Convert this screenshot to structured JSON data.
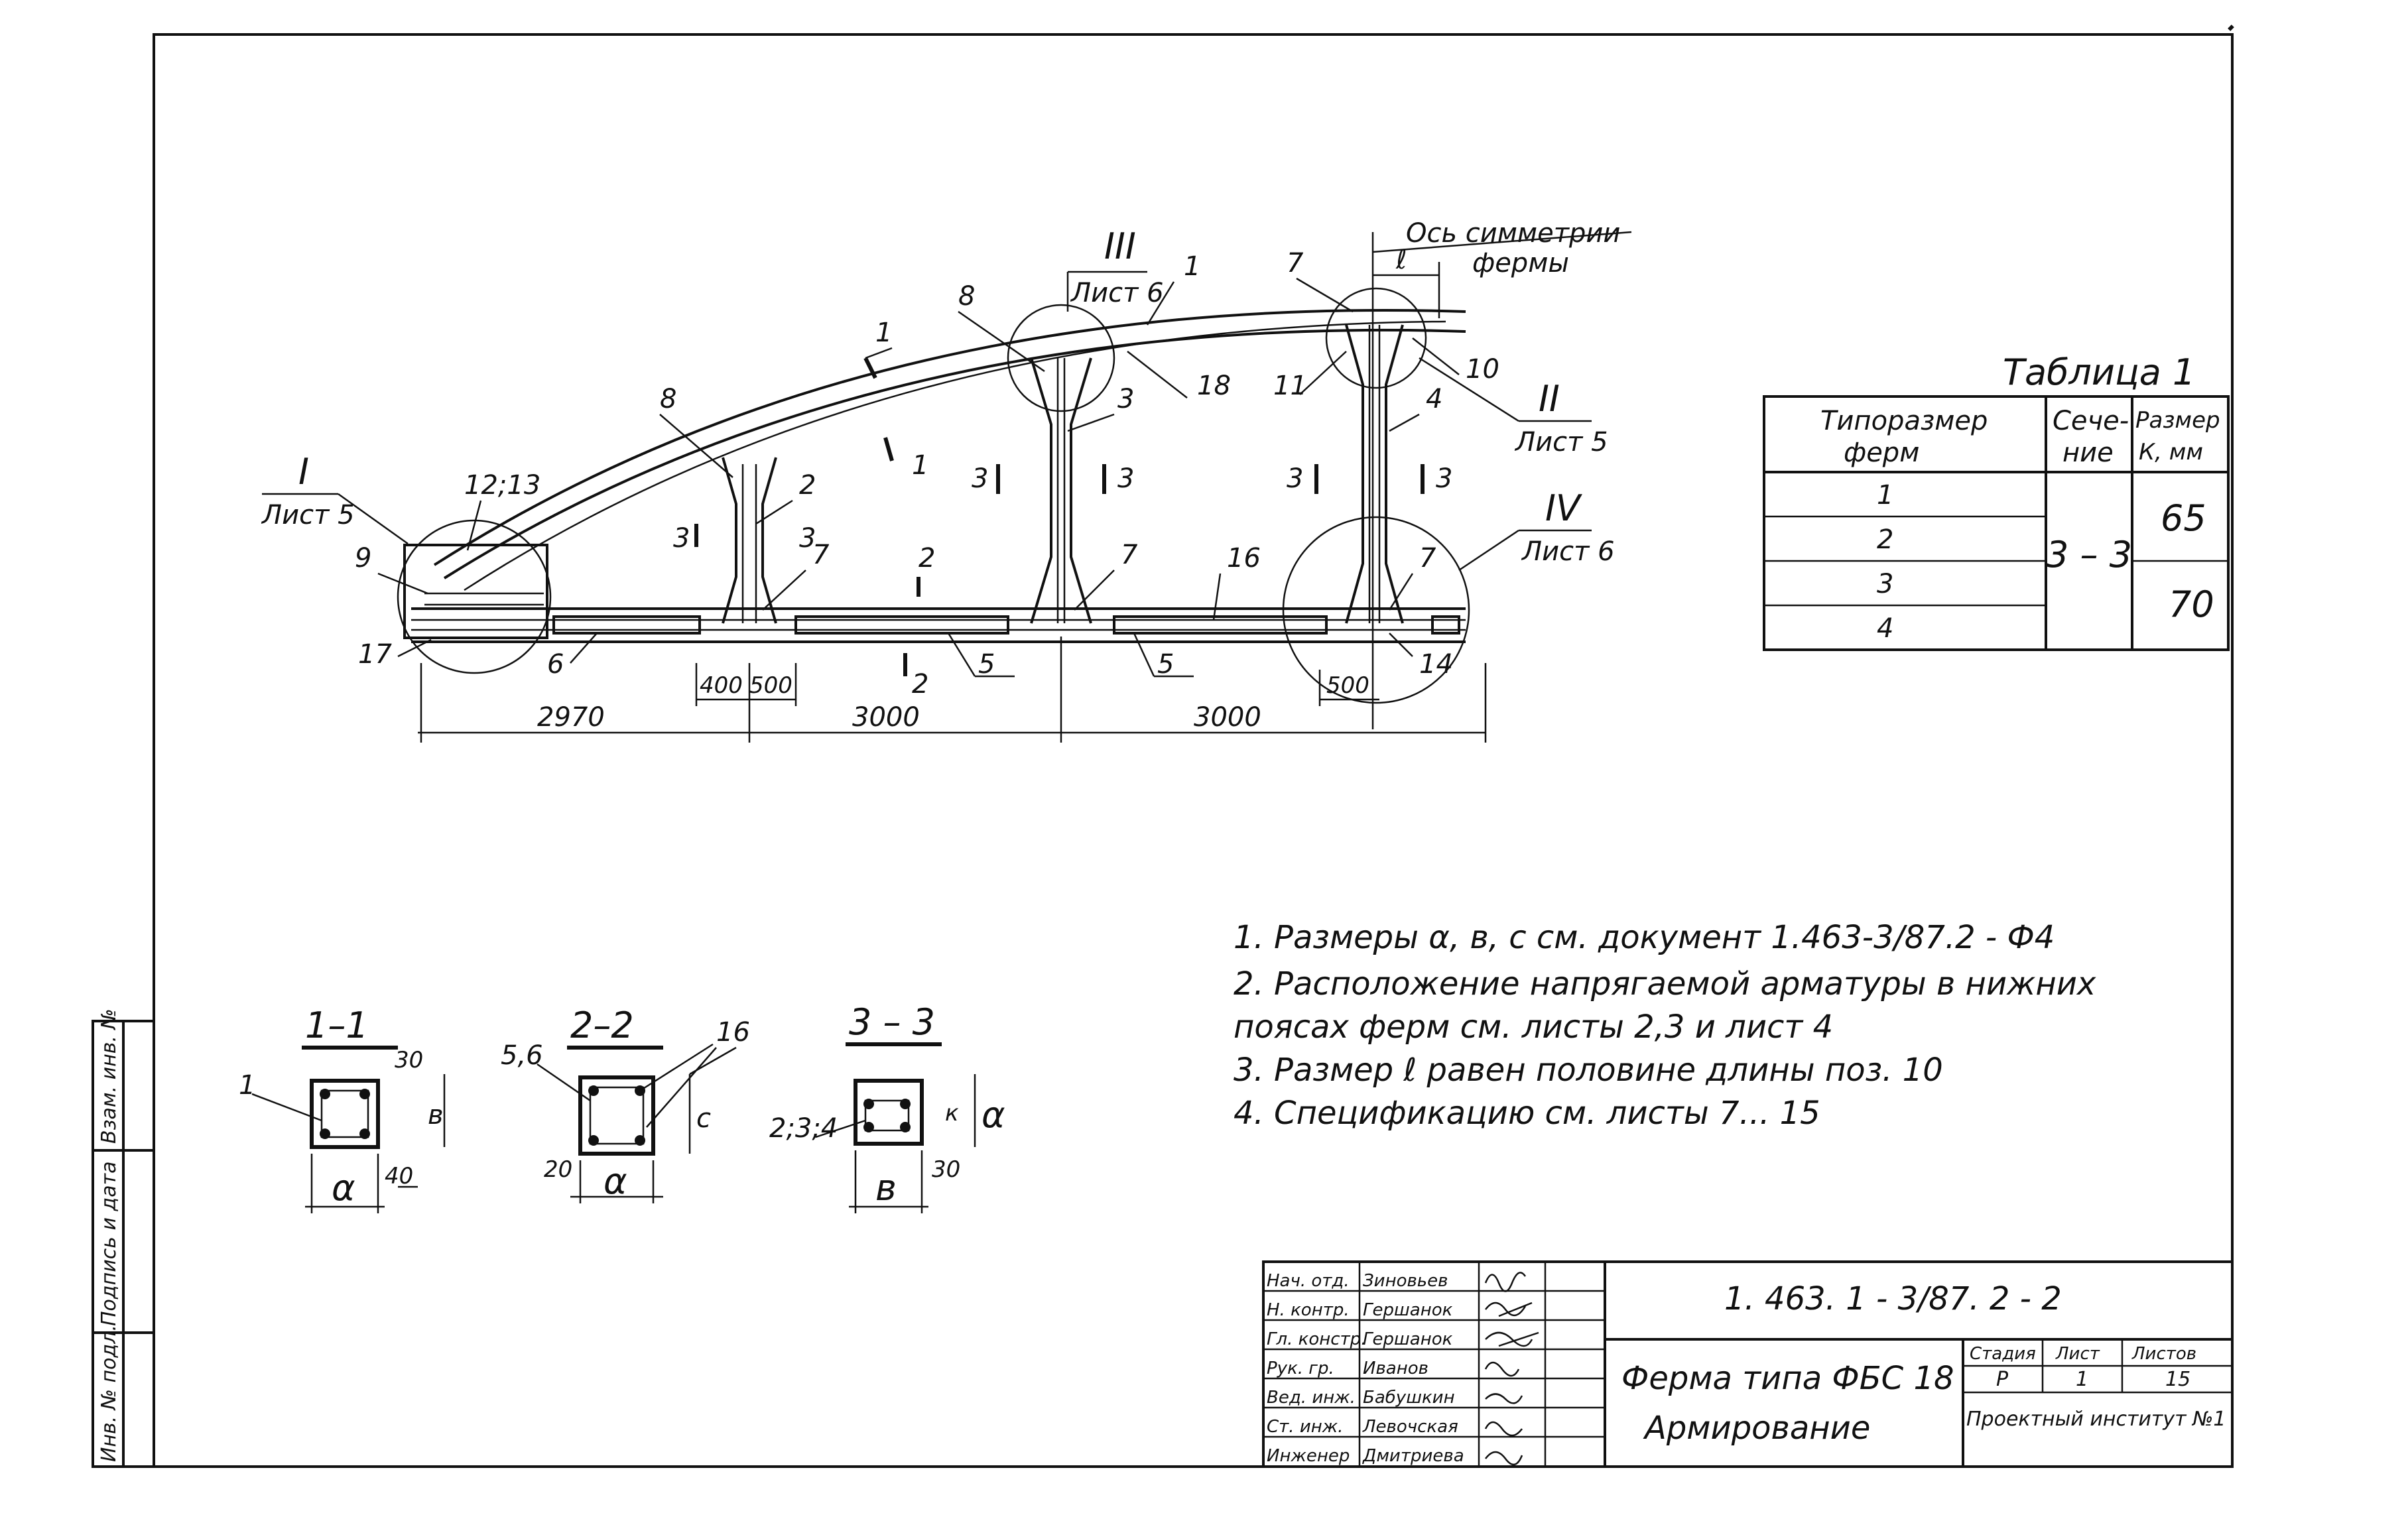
{
  "drawing": {
    "axis_label_1": "Ось симметрии",
    "axis_label_2": "фермы",
    "dim_l": "ℓ",
    "section_I": "I",
    "section_I_ref": "Лист 5",
    "section_II": "II",
    "section_II_ref": "Лист 5",
    "section_III": "III",
    "section_III_ref": "Лист 6",
    "section_IV": "IV",
    "section_IV_ref": "Лист 6",
    "pos_1": "1",
    "pos_2": "2",
    "pos_3": "3",
    "pos_4": "4",
    "pos_5": "5",
    "pos_6": "6",
    "pos_7": "7",
    "pos_8": "8",
    "pos_9": "9",
    "pos_10": "10",
    "pos_11": "11",
    "pos_1213": "12;13",
    "pos_14": "14",
    "pos_16": "16",
    "pos_17": "17",
    "pos_18": "18",
    "cut_1": "1",
    "cut_2": "2",
    "cut_3": "3",
    "dim_2970": "2970",
    "dim_3000": "3000",
    "dim_400": "400",
    "dim_500": "500"
  },
  "table1": {
    "title": "Таблица 1",
    "h1a": "Типоразмер",
    "h1b": "ферм",
    "h2a": "Сече-",
    "h2b": "ние",
    "h3a": "Размер",
    "h3b": "К, мм",
    "rows": [
      "1",
      "2",
      "3",
      "4"
    ],
    "section": "3 – 3",
    "size_a": "65",
    "size_b": "70"
  },
  "sections": {
    "s11": "1–1",
    "s22": "2–2",
    "s33": "3 – 3",
    "s11_pos": "1",
    "s22_pos": "5,6",
    "s22_pos2": "16",
    "s33_pos": "2;3;4",
    "a": "α",
    "b": "в",
    "c": "с",
    "k": "к",
    "d30": "30",
    "d40": "40",
    "d20": "20"
  },
  "notes": [
    "1. Размеры α, в, с  см.  документ  1.463-3/87.2 - Ф4",
    "2. Расположение напрягаемой арматуры в нижних",
    "    поясах ферм  см.   листы 2,3 и лист 4",
    "3. Размер ℓ  равен  половине  длины  поз. 10",
    "4. Спецификацию   см.  листы 7... 15"
  ],
  "side_stamp": [
    "Инв. № подл.",
    "Подпись и дата",
    "Взам. инв. №"
  ],
  "title_block": {
    "doc_code": "1. 463. 1 - 3/87. 2 - 2",
    "name_1": "Ферма типа ФБС 18",
    "name_2": "Армирование",
    "stage_h": "Стадия",
    "sheet_h": "Лист",
    "sheets_h": "Листов",
    "stage": "Р",
    "sheet": "1",
    "sheets": "15",
    "org": "Проектный институт №1",
    "roles": [
      "Нач. отд.",
      "Н. контр.",
      "Гл. констр.",
      "Рук. гр.",
      "Вед. инж.",
      "Ст. инж.",
      "Инженер"
    ],
    "names": [
      "Зиновьев",
      "Гершанок",
      "Гершанок",
      "Иванов",
      "Бабушкин",
      "Левочская",
      "Дмитриева"
    ]
  }
}
